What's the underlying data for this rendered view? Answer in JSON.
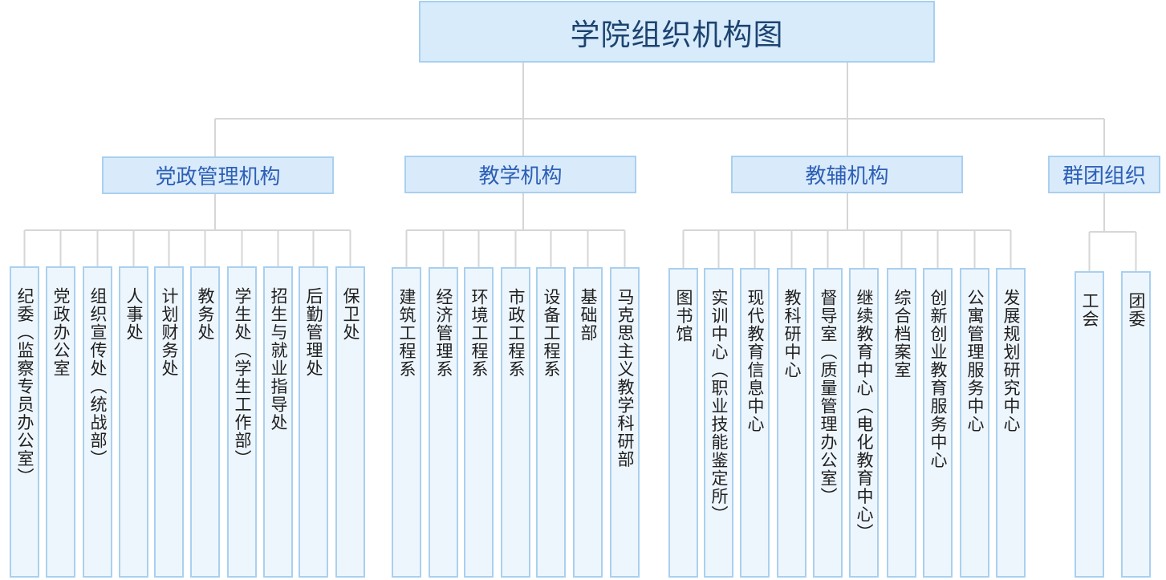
{
  "title": "学院组织机构图",
  "colors": {
    "root_bg": "#d7ebfb",
    "category_bg": "#d9ebfb",
    "leaf_bg": "#eef6fd",
    "border": "#a9d0ef",
    "connector": "#d6d6d6",
    "category_text": "#2d5fb5",
    "title_text": "#1d4370"
  },
  "categories": [
    {
      "label": "党政管理机构",
      "units": [
        "纪委（监察专员办公室）",
        "党政办公室",
        "组织宣传处（统战部）",
        "人事处",
        "计划财务处",
        "教务处",
        "学生处（学生工作部）",
        "招生与就业指导处",
        "后勤管理处",
        "保卫处"
      ]
    },
    {
      "label": "教学机构",
      "units": [
        "建筑工程系",
        "经济管理系",
        "环境工程系",
        "市政工程系",
        "设备工程系",
        "基础部",
        "马克思主义教学科研部"
      ]
    },
    {
      "label": "教辅机构",
      "units": [
        "图书馆",
        "实训中心（职业技能鉴定所）",
        "现代教育信息中心",
        "教科研中心",
        "督导室（质量管理办公室）",
        "继续教育中心（电化教育中心）",
        "综合档案室",
        "创新创业教育服务中心",
        "公寓管理服务中心",
        "发展规划研究中心"
      ]
    },
    {
      "label": "群团组织",
      "units": [
        "工会",
        "团委"
      ]
    }
  ]
}
